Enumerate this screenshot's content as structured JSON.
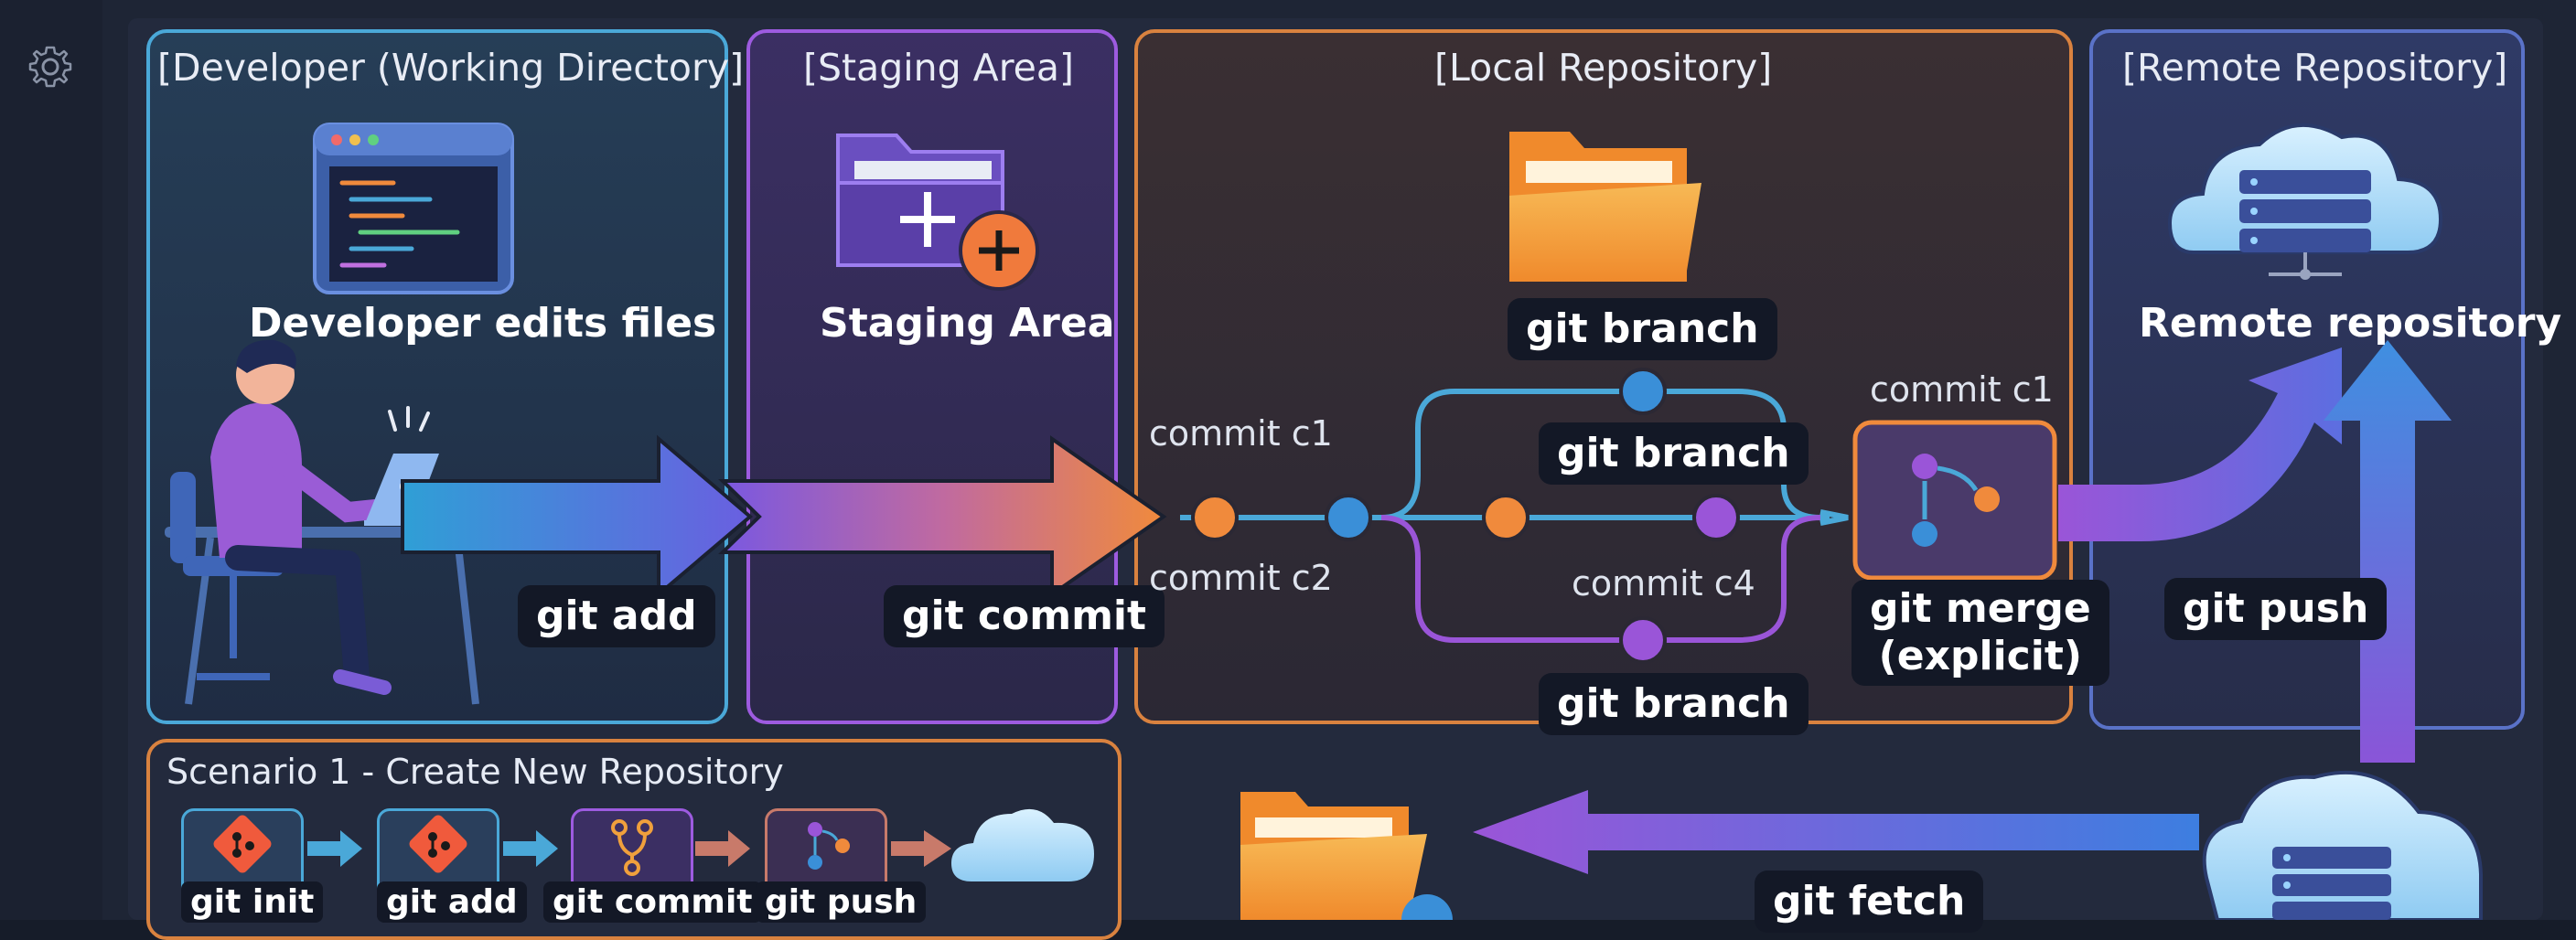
{
  "panels": {
    "developer": {
      "title": "[Developer (Working Directory]",
      "caption": "Developer edits files"
    },
    "staging": {
      "title": "[Staging Area]",
      "caption": "Staging Area"
    },
    "local": {
      "title": "[Local Repository]"
    },
    "remote": {
      "title": "[Remote Repository]",
      "caption": "Remote repository"
    }
  },
  "commands": {
    "git_add": "git add",
    "git_commit": "git commit",
    "git_branch_top": "git branch",
    "git_branch_mid": "git branch",
    "git_branch_bottom": "git branch",
    "git_merge": "git merge\n(explicit)",
    "git_push": "git push",
    "git_fetch": "git fetch"
  },
  "commits": {
    "c1_left": "commit c1",
    "c2": "commit c2",
    "c4": "commit c4",
    "c1_right": "commit c1"
  },
  "scenario": {
    "title": "Scenario 1 - Create New Repository",
    "steps": [
      {
        "label": "git init",
        "icon": "git-icon"
      },
      {
        "label": "git add",
        "icon": "git-icon"
      },
      {
        "label": "git commit",
        "icon": "branch-icon"
      },
      {
        "label": "git push",
        "icon": "merge-icon"
      }
    ]
  },
  "colors": {
    "developer_border": "#4aa8d8",
    "staging_border": "#9d5be0",
    "local_border": "#d9823f",
    "remote_border": "#5a72c8",
    "node_blue": "#3a8fd8",
    "node_orange": "#f08a3c",
    "node_purple": "#9a55d8"
  }
}
